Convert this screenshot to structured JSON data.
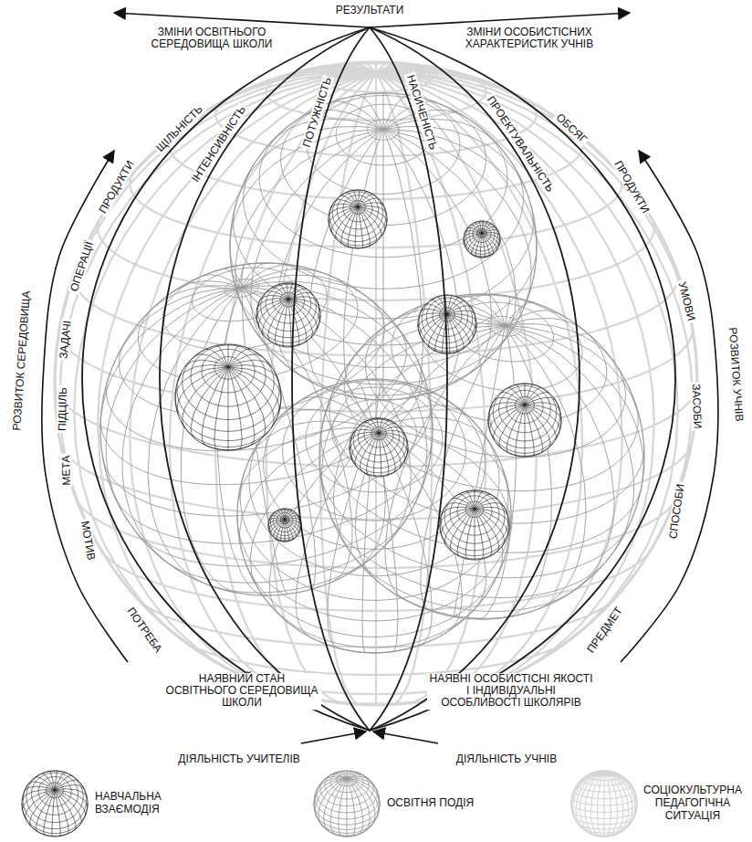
{
  "diagram": {
    "labels": [
      "РЕЗУЛЬТАТИ",
      "ЗМІНИ ОСВІТНЬОГО СЕРЕДОВИЩА ШКОЛИ",
      "ЗМІНИ ОСОБИСТІСНИХ ХАРАКТЕРИСТИК УЧНІВ",
      "ПРОДУКТИ",
      "ЩІЛЬНІСТЬ",
      "ІНТЕНСИВНІСТЬ",
      "ПОТУЖНІСТЬ",
      "НАСИЧЕНІСТЬ",
      "ПРОЕКТУВАЛЬНІСТЬ",
      "ОБСЯГ",
      "ПРОДУКТИ",
      "ОПЕРАЦІЇ",
      "УМОВИ",
      "ЗАДАЧІ",
      "РОЗВИТОК СЕРЕДОВИЩА",
      "ПІДЦІЛЬ",
      "ЗАСОБИ",
      "РОЗВИТОК УЧНІВ",
      "МЕТА",
      "СПОСОБИ",
      "МОТИВ",
      "ПРЕДМЕТ",
      "ПОТРЕБА",
      "НАЯВНИЙ СТАН ОСВІТНЬОГО СЕРЕДОВИЩА ШКОЛИ",
      "НАЯВНІ ОСОБИСТІСНІ ЯКОСТІ І ІНДИВІДУАЛЬНІ ОСОБЛИВОСТІ ШКОЛЯРІВ",
      "ДІЯЛЬНІСТЬ УЧИТЕЛІВ",
      "ДІЯЛЬНІСТЬ УЧНІВ"
    ],
    "legend": [
      {
        "text": "НАВЧАЛЬНА ВЗАЄМОДІЯ"
      },
      {
        "text": "ОСВІТНЯ ПОДІЯ"
      },
      {
        "text": "СОЦІОКУЛЬТУРНА ПЕДАГОГІЧНА СИТУАЦІЯ"
      }
    ]
  }
}
